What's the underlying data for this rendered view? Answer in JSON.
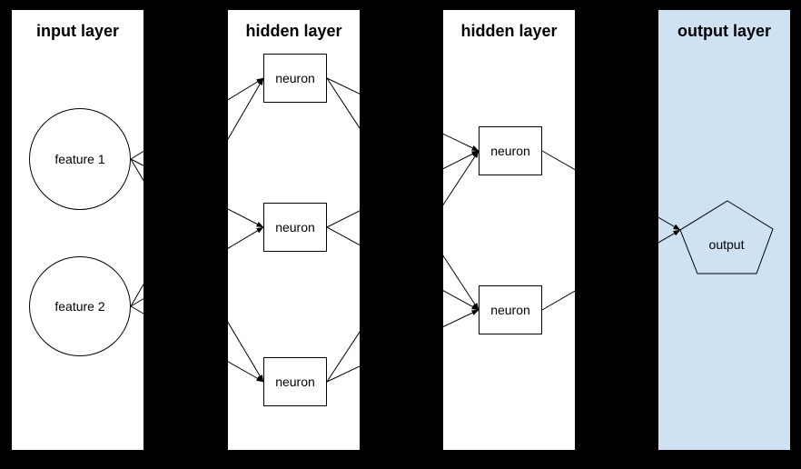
{
  "colors": {
    "background": "#000000",
    "panel_fill": "#ffffff",
    "output_panel_fill": "#cfe2f3",
    "stroke": "#000000"
  },
  "layers": [
    {
      "id": "input",
      "title": "input layer",
      "nodes": [
        {
          "id": "feature-1",
          "label": "feature 1",
          "shape": "circle"
        },
        {
          "id": "feature-2",
          "label": "feature 2",
          "shape": "circle"
        }
      ]
    },
    {
      "id": "hidden-1",
      "title": "hidden layer",
      "nodes": [
        {
          "id": "h1-neuron-1",
          "label": "neuron",
          "shape": "rect"
        },
        {
          "id": "h1-neuron-2",
          "label": "neuron",
          "shape": "rect"
        },
        {
          "id": "h1-neuron-3",
          "label": "neuron",
          "shape": "rect"
        }
      ]
    },
    {
      "id": "hidden-2",
      "title": "hidden layer",
      "nodes": [
        {
          "id": "h2-neuron-1",
          "label": "neuron",
          "shape": "rect"
        },
        {
          "id": "h2-neuron-2",
          "label": "neuron",
          "shape": "rect"
        }
      ]
    },
    {
      "id": "output",
      "title": "output layer",
      "nodes": [
        {
          "id": "output-node",
          "label": "output",
          "shape": "pentagon"
        }
      ]
    }
  ],
  "edges": [
    [
      "feature-1",
      "h1-neuron-1"
    ],
    [
      "feature-1",
      "h1-neuron-2"
    ],
    [
      "feature-1",
      "h1-neuron-3"
    ],
    [
      "feature-2",
      "h1-neuron-1"
    ],
    [
      "feature-2",
      "h1-neuron-2"
    ],
    [
      "feature-2",
      "h1-neuron-3"
    ],
    [
      "h1-neuron-1",
      "h2-neuron-1"
    ],
    [
      "h1-neuron-1",
      "h2-neuron-2"
    ],
    [
      "h1-neuron-2",
      "h2-neuron-1"
    ],
    [
      "h1-neuron-2",
      "h2-neuron-2"
    ],
    [
      "h1-neuron-3",
      "h2-neuron-1"
    ],
    [
      "h1-neuron-3",
      "h2-neuron-2"
    ],
    [
      "h2-neuron-1",
      "output-node"
    ],
    [
      "h2-neuron-2",
      "output-node"
    ]
  ]
}
